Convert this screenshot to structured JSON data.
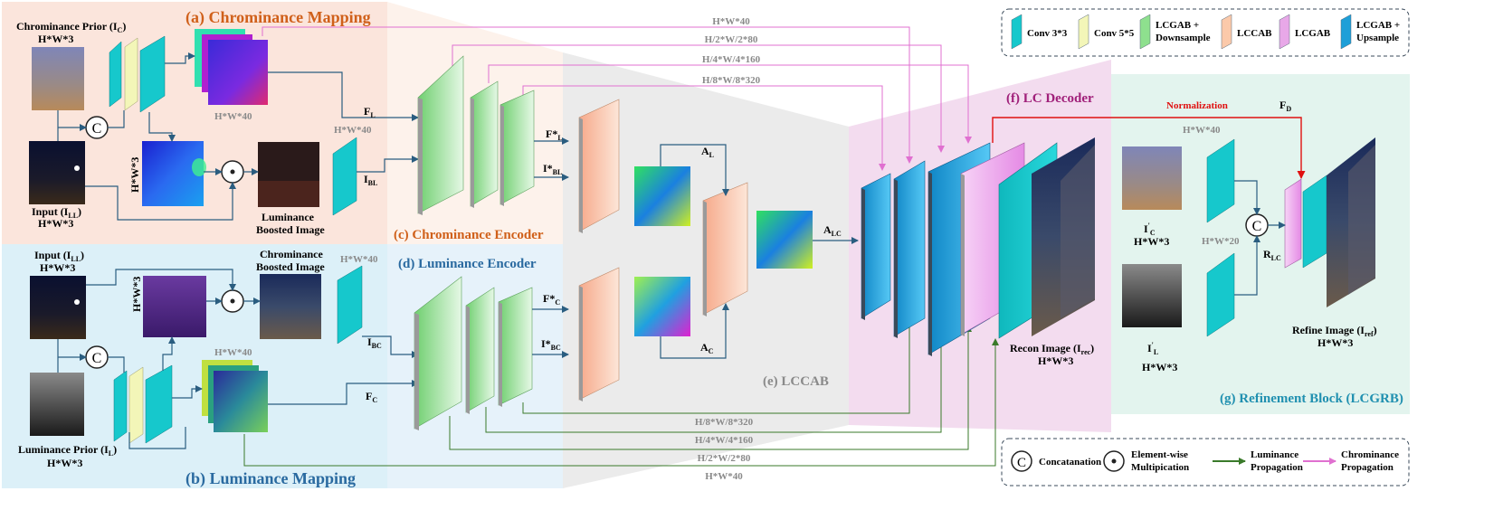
{
  "sections": {
    "chroma_mapping": "(a) Chrominance Mapping",
    "lum_mapping": "(b) Luminance Mapping",
    "chroma_encoder": "(c) Chrominance Encoder",
    "lum_encoder": "(d) Luminance Encoder",
    "lccab": "(e) LCCAB",
    "decoder": "(f) LC Decoder",
    "refine": "(g) Refinement Block (LCGRB)"
  },
  "labels": {
    "chroma_prior": "Chrominance Prior (I",
    "chroma_prior_sub": "C",
    "hw3": "H*W*3",
    "hw40": "H*W*40",
    "hw20": "H*W*20",
    "input_ll": "Input (I",
    "input_ll_sub": "LL",
    "lum_boosted_1": "Luminance",
    "lum_boosted_2": "Boosted Image",
    "chroma_boosted_1": "Chrominance",
    "chroma_boosted_2": "Boosted Image",
    "lum_prior": "Luminance Prior (I",
    "lum_prior_sub": "L",
    "FL": "F",
    "FL_sub": "L",
    "FC": "F",
    "FC_sub": "C",
    "IBL": "I",
    "IBL_sub": "BL",
    "IBC": "I",
    "IBC_sub": "BC",
    "FstarL": "F*",
    "FstarL_sub": "L",
    "IstarBL": "I*",
    "IstarBL_sub": "BL",
    "FstarC": "F*",
    "FstarC_sub": "C",
    "IstarBC": "I*",
    "IstarBC_sub": "BC",
    "AL": "A",
    "AL_sub": "L",
    "AC": "A",
    "AC_sub": "C",
    "ALC": "A",
    "ALC_sub": "LC",
    "recon_1": "Recon Image (I",
    "recon_sub": "rec",
    "refine_1": "Refine Image (I",
    "refine_sub": "ref",
    "normalization": "Normalization",
    "FD": "F",
    "FD_sub": "D",
    "RLC": "R",
    "RLC_sub": "LC",
    "Ic": "I",
    "Ic_sup": "'",
    "Ic_sub": "C",
    "Il": "I",
    "Il_sup": "'",
    "Il_sub": "L",
    "top_dims": [
      "H*W*40",
      "H/2*W/2*80",
      "H/4*W/4*160",
      "H/8*W/8*320"
    ],
    "bottom_dims": [
      "H/8*W/8*320",
      "H/4*W/4*160",
      "H/2*W/2*80",
      "H*W*40"
    ],
    "concat_sym": "C",
    "mult_sym": "⊙"
  },
  "legend_top": [
    {
      "label": "Conv 3*3",
      "color": "#16c8cc"
    },
    {
      "label": "Conv 5*5",
      "color": "#f3f6b8"
    },
    {
      "label": "LCGAB +",
      "label2": "Downsample",
      "color": "#8ee08e"
    },
    {
      "label": "LCCAB",
      "color": "#fbc9aa"
    },
    {
      "label": "LCGAB",
      "color": "#e8a8e8"
    },
    {
      "label": "LCGAB +",
      "label2": "Upsample",
      "color": "#1e9fd8"
    }
  ],
  "legend_bottom": [
    {
      "label": "Concatanation",
      "kind": "concat"
    },
    {
      "label": "Element-wise",
      "label2": "Multipication",
      "kind": "mult"
    },
    {
      "label": "Luminance",
      "label2": "Propagation",
      "kind": "lum",
      "color": "#3a7a2a"
    },
    {
      "label": "Chrominance",
      "label2": "Propagation",
      "kind": "chroma",
      "color": "#e070d0"
    }
  ],
  "colors": {
    "chroma_title": "#d0601a",
    "lum_title": "#2a6aa0",
    "decoder_title": "#a0207a",
    "refine_title": "#2090b0",
    "lccab_title": "#8a8a8a",
    "arrow": "#2a5d80",
    "normalization": "#e01010",
    "dim_text": "#8a8a8a"
  }
}
